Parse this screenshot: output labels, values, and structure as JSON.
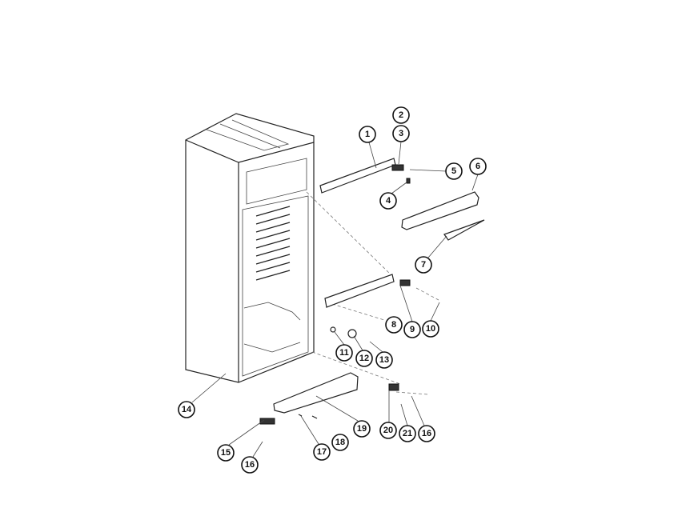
{
  "diagram": {
    "type": "exploded-parts-view",
    "callouts": [
      "1",
      "2",
      "3",
      "4",
      "5",
      "6",
      "7",
      "8",
      "9",
      "10",
      "11",
      "12",
      "13",
      "14",
      "15",
      "16",
      "17",
      "18",
      "19",
      "20",
      "21",
      "16"
    ]
  }
}
